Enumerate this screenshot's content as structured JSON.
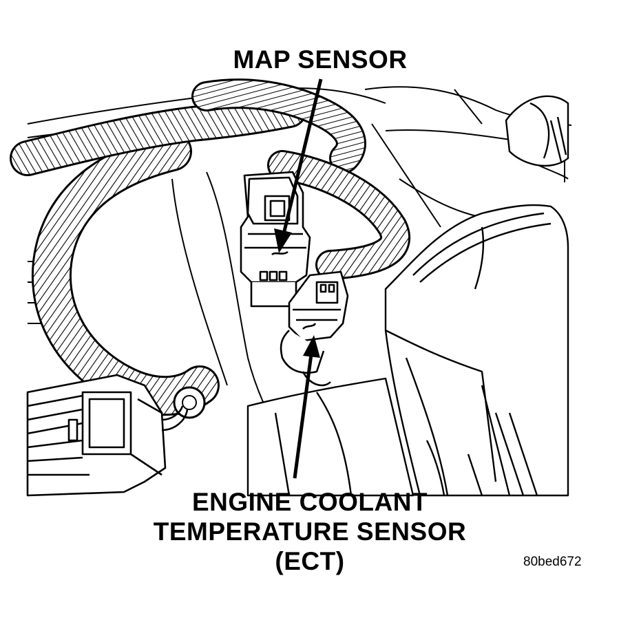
{
  "callouts": {
    "map_sensor": "MAP SENSOR",
    "ect_line1": "ENGINE COOLANT",
    "ect_line2": "TEMPERATURE SENSOR",
    "ect_line3": "(ECT)"
  },
  "figure_id": "80bed672",
  "colors": {
    "ink": "#000000",
    "paper": "#ffffff"
  }
}
